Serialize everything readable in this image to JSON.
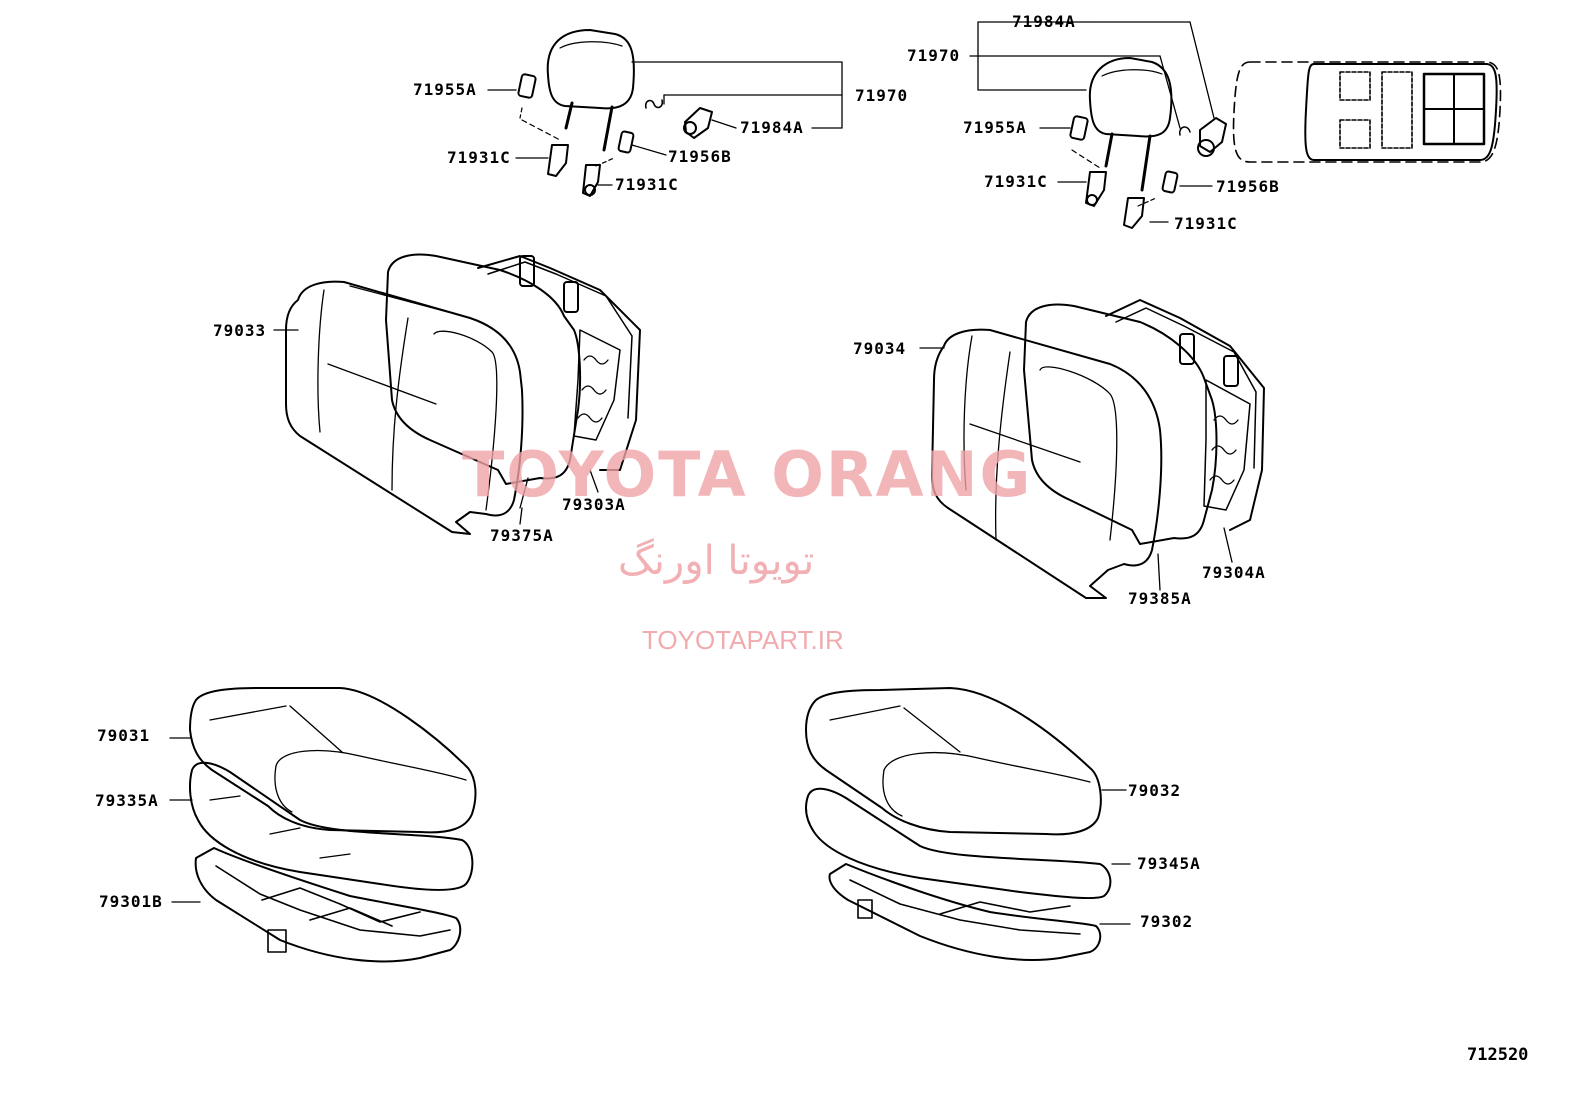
{
  "labels": {
    "p71955A_l": "71955A",
    "p71931C_l1": "71931C",
    "p71931C_l2": "71931C",
    "p71956B_l": "71956B",
    "p71970_l": "71970",
    "p71984A_l": "71984A",
    "p71984A_r": "71984A",
    "p71970_r": "71970",
    "p71955A_r": "71955A",
    "p71931C_r1": "71931C",
    "p71956B_r": "71956B",
    "p71931C_r2": "71931C",
    "p79033": "79033",
    "p79303A": "79303A",
    "p79375A": "79375A",
    "p79034": "79034",
    "p79304A": "79304A",
    "p79385A": "79385A",
    "p79031": "79031",
    "p79335A": "79335A",
    "p79301B": "79301B",
    "p79032": "79032",
    "p79345A": "79345A",
    "p79302": "79302"
  },
  "watermark": {
    "title": "TOYOTA ORANG",
    "persian": "تویوتا اورنگ",
    "url": "TOYOTAPART.IR",
    "color": "#f0a3a7"
  },
  "diagram_id": "712520"
}
